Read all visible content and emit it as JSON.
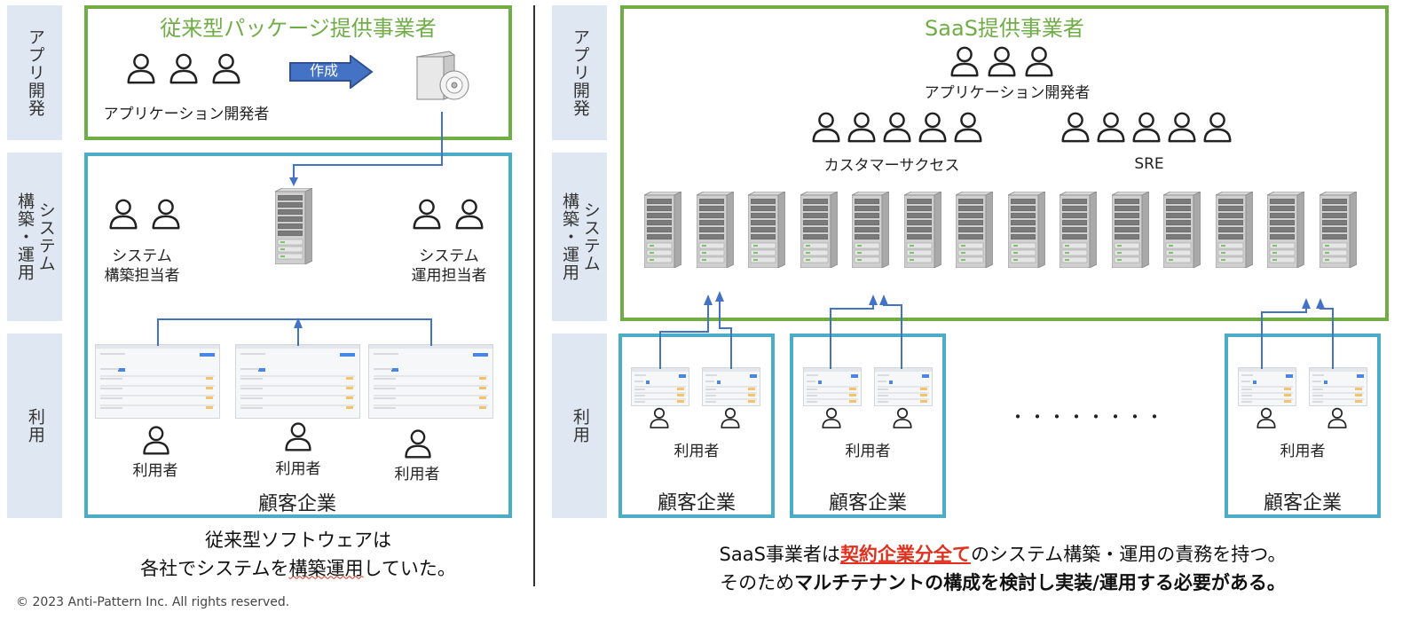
{
  "rows": {
    "app_dev": "アプリ開発",
    "system": "システム\n構築・運用",
    "usage": "利用"
  },
  "left": {
    "title": "従来型パッケージ提供事業者",
    "app_developer_label": "アプリケーション開発者",
    "arrow_label": "作成",
    "builder_label": "システム\n構築担当者",
    "operator_label": "システム\n運用担当者",
    "user_label": "利用者",
    "customer_label": "顧客企業",
    "caption_line1": "従来型ソフトウェアは",
    "caption_line2_a": "各社でシステムを",
    "caption_line2_b": "構築運用",
    "caption_line2_c": "していた。"
  },
  "right": {
    "title": "SaaS提供事業者",
    "app_developer_label": "アプリケーション開発者",
    "customer_success_label": "カスタマーサクセス",
    "sre_label": "SRE",
    "user_label": "利用者",
    "customer_label": "顧客企業",
    "ellipsis": "・・・・・・・・",
    "caption_line1_a": "SaaS事業者は",
    "caption_line1_b": "契約企業分全て",
    "caption_line1_c": "のシステム構築・運用の責務を持つ。",
    "caption_line2_a": "そのため",
    "caption_line2_b": "マルチテナントの構成を検討し実装/運用する必要がある。"
  },
  "footer": "© 2023 Anti-Pattern Inc. All rights reserved.",
  "icons": [
    "person-icon",
    "arrow-right-icon",
    "software-package-icon",
    "server-rack-icon",
    "app-screen-icon"
  ],
  "colors": {
    "green": "#70ad47",
    "teal": "#4bacc6",
    "arrow_blue": "#4472c4",
    "label_bg": "#dfe8f2",
    "emphasis_red": "#e0301e"
  }
}
